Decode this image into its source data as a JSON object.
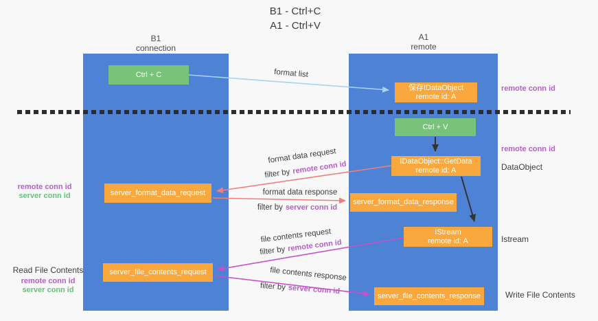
{
  "title": {
    "line1": "B1 - Ctrl+C",
    "line2": "A1 - Ctrl+V"
  },
  "lanes": {
    "left": {
      "name": "B1",
      "role": "connection"
    },
    "right": {
      "name": "A1",
      "role": "remote"
    }
  },
  "nodes": {
    "ctrl_c": {
      "label": "Ctrl + C"
    },
    "ctrl_v": {
      "label": "Ctrl + V"
    },
    "save_dataobject": {
      "line1": "保存IDataObject",
      "line2": "remote id: A"
    },
    "getdata": {
      "line1": "IDataObject::GetData",
      "line2": "remote id: A"
    },
    "istream": {
      "line1": "IStream",
      "line2": "remote id: A"
    },
    "format_request": {
      "label": "server_format_data_request"
    },
    "format_response": {
      "label": "server_format_data_response"
    },
    "file_request": {
      "label": "server_file_contents_request"
    },
    "file_response": {
      "label": "server_file_contents_response"
    }
  },
  "flows": {
    "format_list": {
      "label": "format list"
    },
    "format_request": {
      "label": "format data request",
      "filter_prefix": "filter by",
      "filter_key": "remote conn id"
    },
    "format_response": {
      "label": "format data response",
      "filter_prefix": "filter by",
      "filter_key": "server conn id"
    },
    "file_request": {
      "label": "file contents request",
      "filter_prefix": "filter by",
      "filter_key": "remote conn id"
    },
    "file_response": {
      "label": "file contents response",
      "filter_prefix": "filter by",
      "filter_key": "server conn id"
    }
  },
  "side_labels": {
    "right_top_conn": "remote conn id",
    "right_mid_conn": "remote conn id",
    "dataobject": "DataObject",
    "istream": "Istream",
    "write_file": "Write File Contents",
    "read_file": "Read File Contents",
    "left_format": {
      "remote": "remote conn id",
      "server": "server conn id"
    },
    "left_file": {
      "remote": "remote conn id",
      "server": "server conn id"
    }
  },
  "colors": {
    "background": "#f8f8f9",
    "lane_blue": "#4d82d4",
    "node_orange": "#f8a83d",
    "node_green": "#77c379",
    "purple_text": "#b35fc6",
    "green_text": "#68c178",
    "salmon_arrow": "#ee7f7c",
    "magenta_arrow": "#ca4fcb",
    "light_blue_arrow": "#a6d3f3",
    "black_arrow": "#333333",
    "dark_text": "#3d3d3d"
  }
}
